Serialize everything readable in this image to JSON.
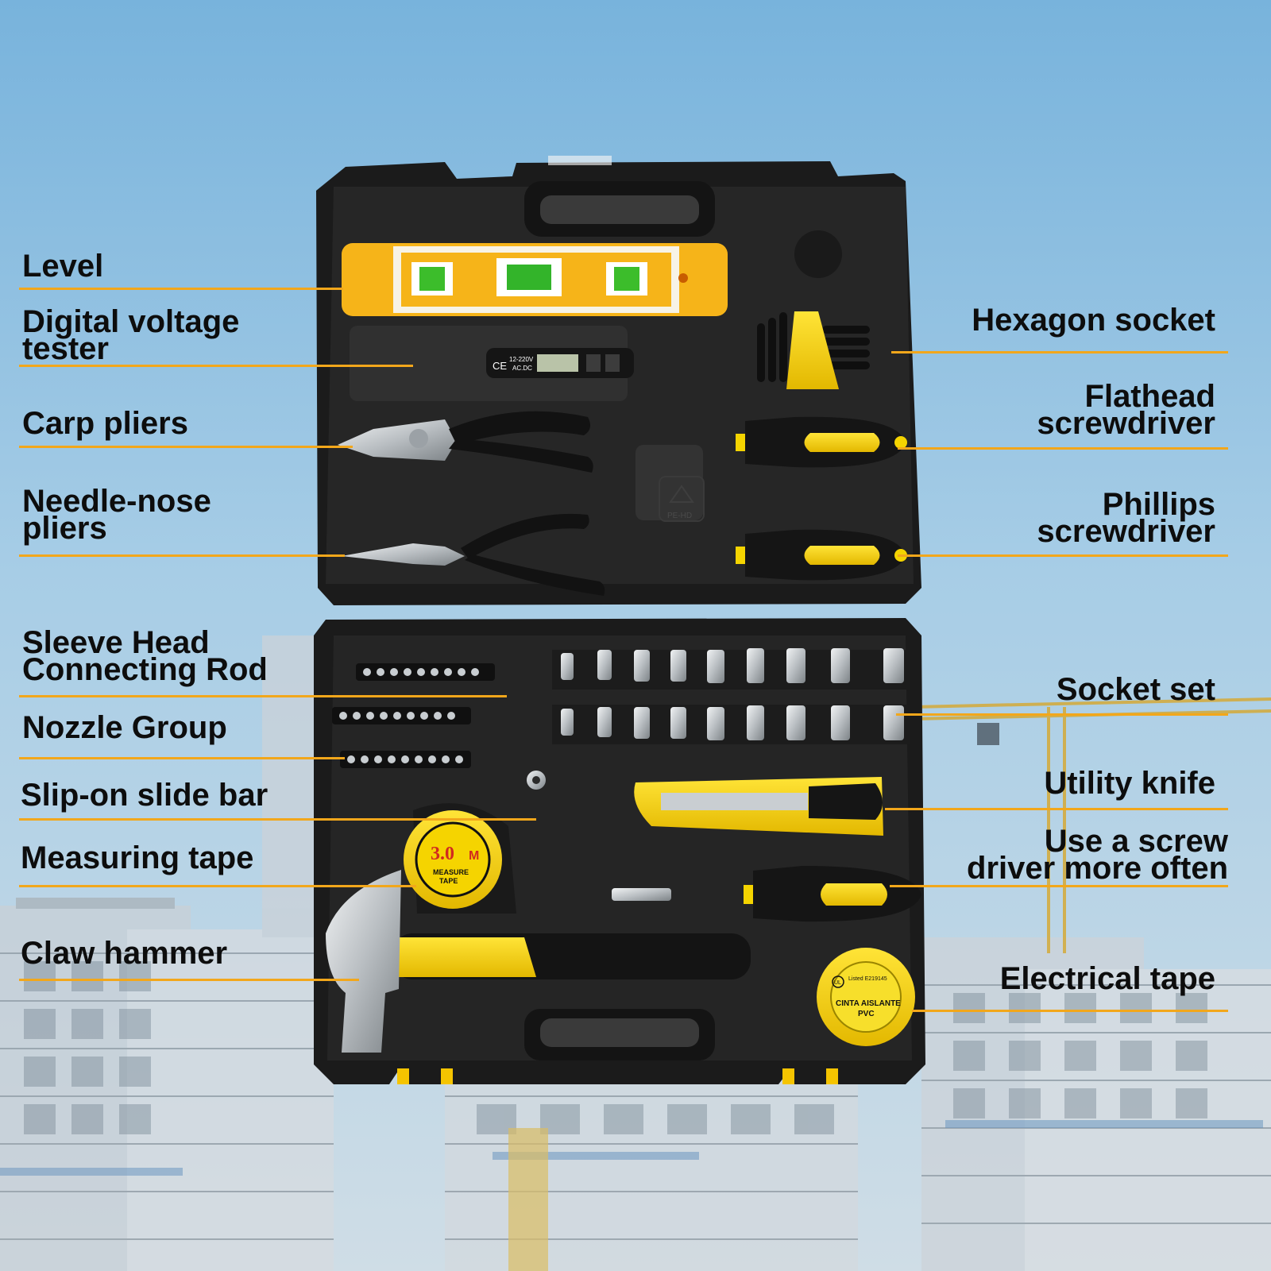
{
  "palette": {
    "sky": "#8fc1e2",
    "case_black": "#1f1f1f",
    "case_inner": "#2b2b2b",
    "tool_yellow": "#f5d400",
    "level_orange": "#f6b419",
    "leader_line": "#f2a71b",
    "metal": "#cfd3d6"
  },
  "labels": {
    "level": "Level",
    "voltage_tester": "Digital voltage\ntester",
    "carp_pliers": "Carp pliers",
    "needle_nose": "Needle-nose\npliers",
    "sleeve_rod": "Sleeve Head\nConnecting Rod",
    "nozzle_group": "Nozzle Group",
    "slide_bar": "Slip-on slide bar",
    "measuring_tape": "Measuring tape",
    "claw_hammer": "Claw hammer",
    "hex_socket": "Hexagon socket",
    "flathead": "Flathead\nscrewdriver",
    "phillips": "Phillips\nscrewdriver",
    "socket_set": "Socket set",
    "utility_knife": "Utility knife",
    "screw_driver_often": "Use a screw\ndriver more often",
    "electrical_tape": "Electrical tape"
  },
  "product_print": {
    "tester_text": "12-220V\nAC.DC",
    "tester_brand": "CE",
    "tape_size": "3.0",
    "tape_unit": "M",
    "tape_text": "MEASURE\nTAPE",
    "recycle_mark": "PE-HD",
    "electrical_tape_text": "CINTA AISLANTE\nPVC",
    "electrical_tape_cert": "Listed E219145"
  },
  "icons": {
    "recycle": "recycle-icon",
    "ul": "ul-mark-icon"
  }
}
